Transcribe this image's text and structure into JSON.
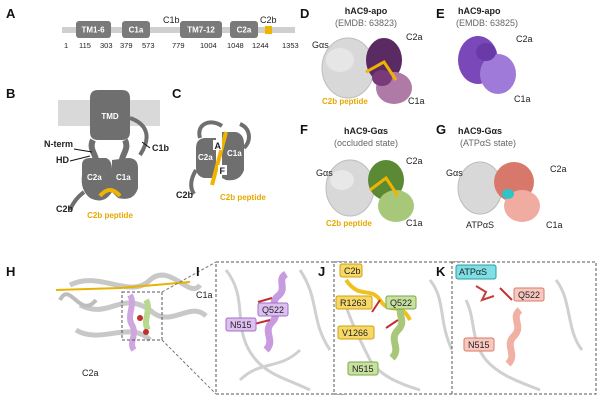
{
  "colors": {
    "c1a": "#d8a0c8",
    "c2a": "#6b2a70",
    "gas_grey": "#d8d8d8",
    "apo_purple": "#8a55c8",
    "gas_green": "#7aa84a",
    "atp_red": "#e8958a",
    "yellow": "#f0b400",
    "cyan": "#2fc4c8",
    "domain_grey": "#7a7a7a"
  },
  "panels": {
    "A": "A",
    "B": "B",
    "C": "C",
    "D": "D",
    "E": "E",
    "F": "F",
    "G": "G",
    "H": "H",
    "I": "I",
    "J": "J",
    "K": "K"
  },
  "panelA": {
    "domains": [
      "TM1-6",
      "C1a",
      "TM7-12",
      "C2a"
    ],
    "subdomains": [
      "C1b",
      "C2b"
    ],
    "positions": [
      "1",
      "115",
      "303",
      "379",
      "573",
      "779",
      "1004",
      "1048",
      "1244",
      "1353"
    ]
  },
  "panelB": {
    "tmd": "TMD",
    "nterm": "N-term",
    "hd": "HD",
    "c1b": "C1b",
    "c2a": "C2a",
    "c1a": "C1a",
    "c2b": "C2b",
    "peptide": "C2b peptide"
  },
  "panelC": {
    "c2a": "C2a",
    "c1a": "C1a",
    "a": "A",
    "f": "F",
    "c2b": "C2b",
    "peptide": "C2b peptide"
  },
  "panelD": {
    "title": "hAC9-apo",
    "emdb": "(EMDB: 63823)",
    "gas": "Gαs",
    "c2a": "C2a",
    "c1a": "C1a",
    "peptide": "C2b peptide"
  },
  "panelE": {
    "title": "hAC9-apo",
    "emdb": "(EMDB: 63825)",
    "c2a": "C2a",
    "c1a": "C1a"
  },
  "panelF": {
    "title": "hAC9-Gαs",
    "state": "(occluded state)",
    "gas": "Gαs",
    "c2a": "C2a",
    "c1a": "C1a",
    "peptide": "C2b peptide"
  },
  "panelG": {
    "title": "hAC9-Gαs",
    "state": "(ATPαS state)",
    "gas": "Gαs",
    "c2a": "C2a",
    "c1a": "C1a",
    "atp": "ATPαS"
  },
  "panelH": {
    "c1a": "C1a",
    "c2a": "C2a"
  },
  "panelI": {
    "q522": "Q522",
    "n515": "N515"
  },
  "panelJ": {
    "c2b": "C2b",
    "r1263": "R1263",
    "q522": "Q522",
    "v1266": "V1266",
    "n515": "N515"
  },
  "panelK": {
    "atp": "ATPαS",
    "q522": "Q522",
    "n515": "N515"
  }
}
